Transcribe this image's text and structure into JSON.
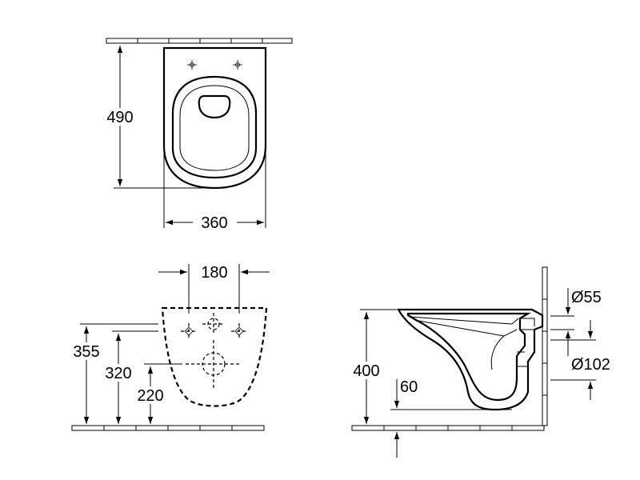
{
  "dimensions": {
    "depth": "490",
    "width": "360",
    "bolt_spacing": "180",
    "height_355": "355",
    "height_320": "320",
    "height_220": "220",
    "rim_height": "400",
    "outlet_height": "60",
    "inlet_diameter": "Ø55",
    "outlet_diameter": "Ø102"
  }
}
